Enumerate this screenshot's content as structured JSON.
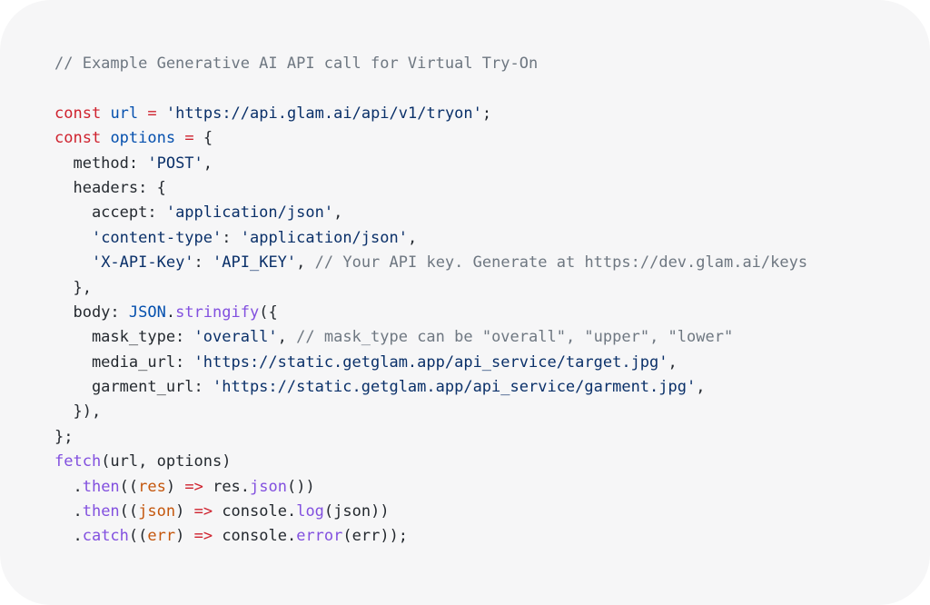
{
  "editor": {
    "language": "javascript",
    "colors": {
      "background": "#f6f6f7",
      "comment": "#6e7781",
      "keyword": "#cf222e",
      "variable": "#0550ae",
      "string": "#0a3069",
      "function": "#8250df",
      "parameter": "#c4560c",
      "text": "#24292f"
    },
    "lines": [
      [
        {
          "t": "// Example Generative AI API call for Virtual Try-On",
          "k": "comment"
        }
      ],
      [],
      [
        {
          "t": "const",
          "k": "keyword"
        },
        {
          "t": " ",
          "k": "plain"
        },
        {
          "t": "url",
          "k": "var"
        },
        {
          "t": " ",
          "k": "plain"
        },
        {
          "t": "=",
          "k": "op"
        },
        {
          "t": " ",
          "k": "plain"
        },
        {
          "t": "'https://api.glam.ai/api/v1/tryon'",
          "k": "string"
        },
        {
          "t": ";",
          "k": "plain"
        }
      ],
      [
        {
          "t": "const",
          "k": "keyword"
        },
        {
          "t": " ",
          "k": "plain"
        },
        {
          "t": "options",
          "k": "var"
        },
        {
          "t": " ",
          "k": "plain"
        },
        {
          "t": "=",
          "k": "op"
        },
        {
          "t": " {",
          "k": "plain"
        }
      ],
      [
        {
          "t": "  method: ",
          "k": "plain"
        },
        {
          "t": "'POST'",
          "k": "string"
        },
        {
          "t": ",",
          "k": "plain"
        }
      ],
      [
        {
          "t": "  headers: {",
          "k": "plain"
        }
      ],
      [
        {
          "t": "    accept: ",
          "k": "plain"
        },
        {
          "t": "'application/json'",
          "k": "string"
        },
        {
          "t": ",",
          "k": "plain"
        }
      ],
      [
        {
          "t": "    ",
          "k": "plain"
        },
        {
          "t": "'content-type'",
          "k": "string"
        },
        {
          "t": ": ",
          "k": "plain"
        },
        {
          "t": "'application/json'",
          "k": "string"
        },
        {
          "t": ",",
          "k": "plain"
        }
      ],
      [
        {
          "t": "    ",
          "k": "plain"
        },
        {
          "t": "'X-API-Key'",
          "k": "string"
        },
        {
          "t": ": ",
          "k": "plain"
        },
        {
          "t": "'API_KEY'",
          "k": "string"
        },
        {
          "t": ", ",
          "k": "plain"
        },
        {
          "t": "// Your API key. Generate at https://dev.glam.ai/keys",
          "k": "comment"
        }
      ],
      [
        {
          "t": "  },",
          "k": "plain"
        }
      ],
      [
        {
          "t": "  body: ",
          "k": "plain"
        },
        {
          "t": "JSON",
          "k": "builtin"
        },
        {
          "t": ".",
          "k": "plain"
        },
        {
          "t": "stringify",
          "k": "fn"
        },
        {
          "t": "({",
          "k": "plain"
        }
      ],
      [
        {
          "t": "    mask_type: ",
          "k": "plain"
        },
        {
          "t": "'overall'",
          "k": "string"
        },
        {
          "t": ", ",
          "k": "plain"
        },
        {
          "t": "// mask_type can be \"overall\", \"upper\", \"lower\"",
          "k": "comment"
        }
      ],
      [
        {
          "t": "    media_url: ",
          "k": "plain"
        },
        {
          "t": "'https://static.getglam.app/api_service/target.jpg'",
          "k": "string"
        },
        {
          "t": ",",
          "k": "plain"
        }
      ],
      [
        {
          "t": "    garment_url: ",
          "k": "plain"
        },
        {
          "t": "'https://static.getglam.app/api_service/garment.jpg'",
          "k": "string"
        },
        {
          "t": ",",
          "k": "plain"
        }
      ],
      [
        {
          "t": "  }),",
          "k": "plain"
        }
      ],
      [
        {
          "t": "};",
          "k": "plain"
        }
      ],
      [
        {
          "t": "fetch",
          "k": "fn"
        },
        {
          "t": "(url, options)",
          "k": "plain"
        }
      ],
      [
        {
          "t": "  .",
          "k": "plain"
        },
        {
          "t": "then",
          "k": "fn"
        },
        {
          "t": "((",
          "k": "plain"
        },
        {
          "t": "res",
          "k": "param"
        },
        {
          "t": ") ",
          "k": "plain"
        },
        {
          "t": "=>",
          "k": "op"
        },
        {
          "t": " res.",
          "k": "plain"
        },
        {
          "t": "json",
          "k": "fn"
        },
        {
          "t": "())",
          "k": "plain"
        }
      ],
      [
        {
          "t": "  .",
          "k": "plain"
        },
        {
          "t": "then",
          "k": "fn"
        },
        {
          "t": "((",
          "k": "plain"
        },
        {
          "t": "json",
          "k": "param"
        },
        {
          "t": ") ",
          "k": "plain"
        },
        {
          "t": "=>",
          "k": "op"
        },
        {
          "t": " console.",
          "k": "plain"
        },
        {
          "t": "log",
          "k": "fn"
        },
        {
          "t": "(json))",
          "k": "plain"
        }
      ],
      [
        {
          "t": "  .",
          "k": "plain"
        },
        {
          "t": "catch",
          "k": "fn"
        },
        {
          "t": "((",
          "k": "plain"
        },
        {
          "t": "err",
          "k": "param"
        },
        {
          "t": ") ",
          "k": "plain"
        },
        {
          "t": "=>",
          "k": "op"
        },
        {
          "t": " console.",
          "k": "plain"
        },
        {
          "t": "error",
          "k": "fn"
        },
        {
          "t": "(err));",
          "k": "plain"
        }
      ]
    ]
  }
}
